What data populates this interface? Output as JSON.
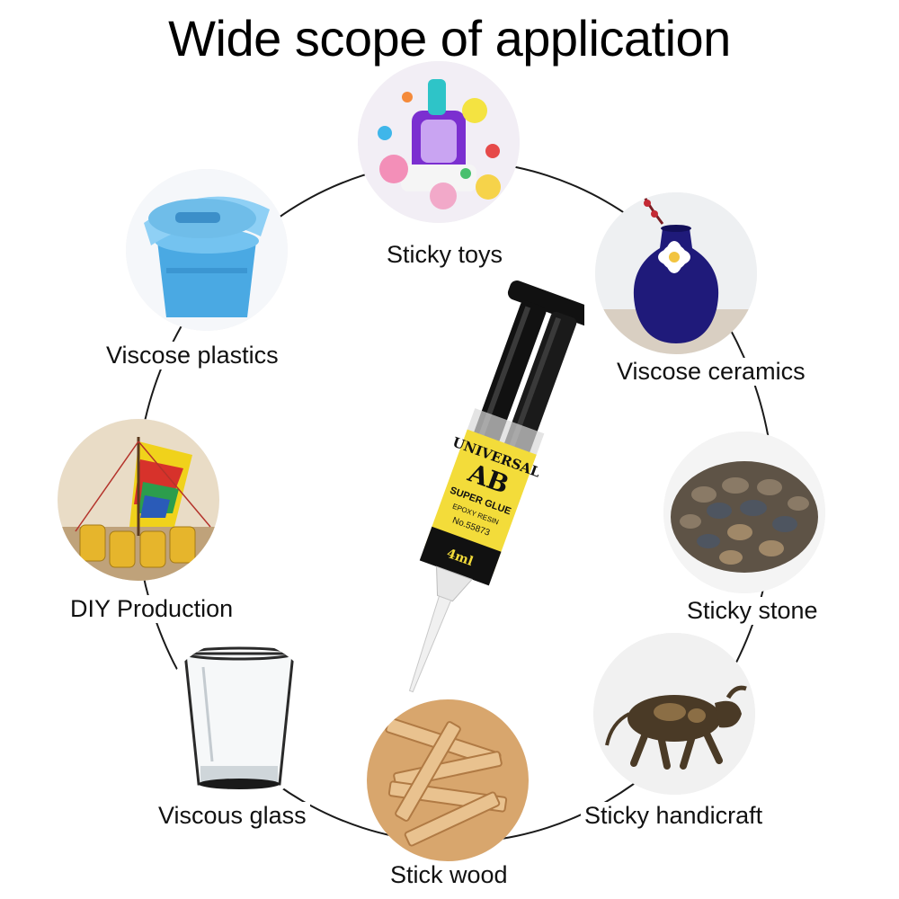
{
  "title": "Wide scope of application",
  "items": [
    {
      "label": "Sticky toys",
      "icon": "toys-photo-icon"
    },
    {
      "label": "Viscose plastics",
      "icon": "plastic-bucket-photo-icon"
    },
    {
      "label": "Viscose ceramics",
      "icon": "ceramic-vase-photo-icon"
    },
    {
      "label": "DIY Production",
      "icon": "diy-boat-photo-icon"
    },
    {
      "label": "Sticky stone",
      "icon": "stone-bowl-photo-icon"
    },
    {
      "label": "Viscous glass",
      "icon": "glass-cup-photo-icon"
    },
    {
      "label": "Sticky handicraft",
      "icon": "bull-statue-photo-icon"
    },
    {
      "label": "Stick wood",
      "icon": "wood-sticks-photo-icon"
    }
  ],
  "product": {
    "line1": "UNIVERSAL",
    "line2": "AB",
    "line3": "SUPER GLUE",
    "line4": "EPOXY RESIN",
    "line5": "No.55873",
    "volume": "4ml",
    "label_color": "#f3dc3a",
    "barrel_color": "#111111"
  },
  "colors": {
    "ring": "#1a1a1a",
    "text": "#111111"
  }
}
